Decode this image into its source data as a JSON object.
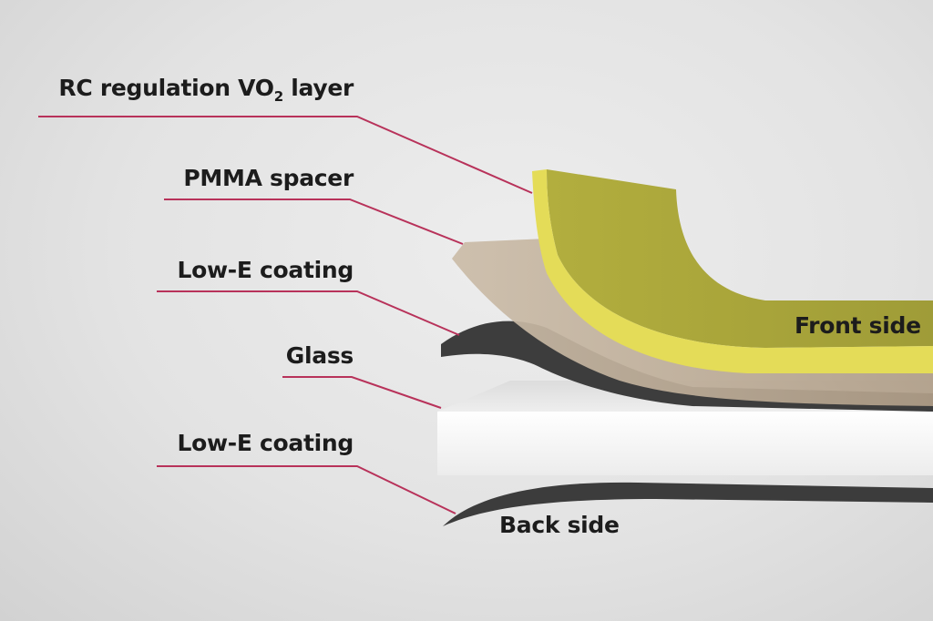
{
  "labels": {
    "vo2_prefix": "RC regulation VO",
    "vo2_sub": "2",
    "vo2_suffix": " layer",
    "pmma": "PMMA spacer",
    "lowe_top": "Low-E coating",
    "glass": "Glass",
    "lowe_bottom": "Low-E coating",
    "front_side": "Front side",
    "back_side": "Back side"
  },
  "colors": {
    "leader": "#b8325a",
    "vo2": "#a8a53c",
    "vo2_edge": "#e6df5a",
    "pmma": "#b7a590",
    "lowe": "#3e3e3e",
    "glass": "#f7f7f7"
  }
}
